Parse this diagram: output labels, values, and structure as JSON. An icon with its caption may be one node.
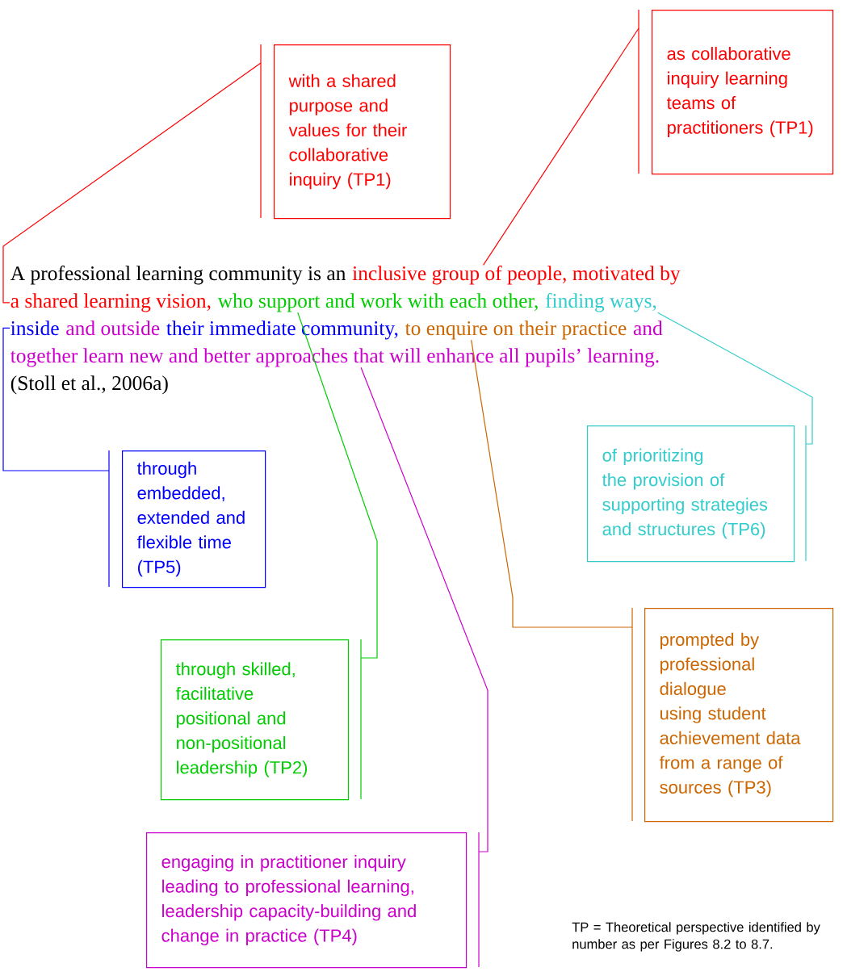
{
  "diagram": {
    "nodes": [
      {
        "text": [
          "with a shared purpose and values for their collaborative inquiry (TP1)"
        ]
      },
      {
        "text": [
          "as collaborative inquiry learning teams of practitioners (TP1)"
        ]
      },
      {
        "text": [
          "A professional learning community is an"
        ]
      },
      {
        "text": [
          "inclusive group of people, motivated by"
        ]
      },
      {
        "text": [
          "a shared learning vision,"
        ]
      },
      {
        "text": [
          "who support and work with each other,"
        ]
      },
      {
        "text": [
          "finding ways,"
        ]
      },
      {
        "text": [
          "inside"
        ]
      },
      {
        "text": [
          "and outside"
        ]
      },
      {
        "text": [
          "their immediate community,"
        ]
      },
      {
        "text": [
          "to enquire on their practice"
        ]
      },
      {
        "text": [
          "and"
        ]
      },
      {
        "text": [
          "together learn new and better approaches that will enhance all pupils’ learning."
        ]
      },
      {
        "text": [
          "(Stoll et al., 2006a)"
        ]
      },
      {
        "text": [
          "of prioritizing the provision of supporting strategies and structures (TP6)"
        ]
      },
      {
        "text": [
          "through embedded, extended and flexible time (TP5)"
        ]
      },
      {
        "text": [
          "prompted by professional dialogue using student achievement data from a range of sources (TP3)"
        ]
      },
      {
        "text": [
          "through skilled, facilitative positional and non-positional leadership (TP2)"
        ]
      },
      {
        "text": [
          "engaging in practitioner inquiry leading to professional learning, leadership capacity-building and change in practice (TP4)"
        ]
      }
    ],
    "edges": [
      {
        "from": 0,
        "to": 4,
        "arrow": "none"
      },
      {
        "from": 1,
        "to": 3,
        "arrow": "none"
      },
      {
        "from": 14,
        "to": 6,
        "arrow": "none",
        "color": "#33cccc"
      },
      {
        "from": 15,
        "to": 7,
        "arrow": "none",
        "color": "#0000ff"
      },
      {
        "from": 16,
        "to": 10,
        "arrow": "none",
        "color": "#cc6600"
      },
      {
        "from": 17,
        "to": 5,
        "arrow": "none",
        "color": "#00cc00"
      },
      {
        "from": 18,
        "to": 12,
        "arrow": "none",
        "color": "#cc00cc"
      }
    ],
    "labels": [
      "TP = Theoretical perspective identified by number as per Figures 8.2 to 8.7."
    ]
  }
}
